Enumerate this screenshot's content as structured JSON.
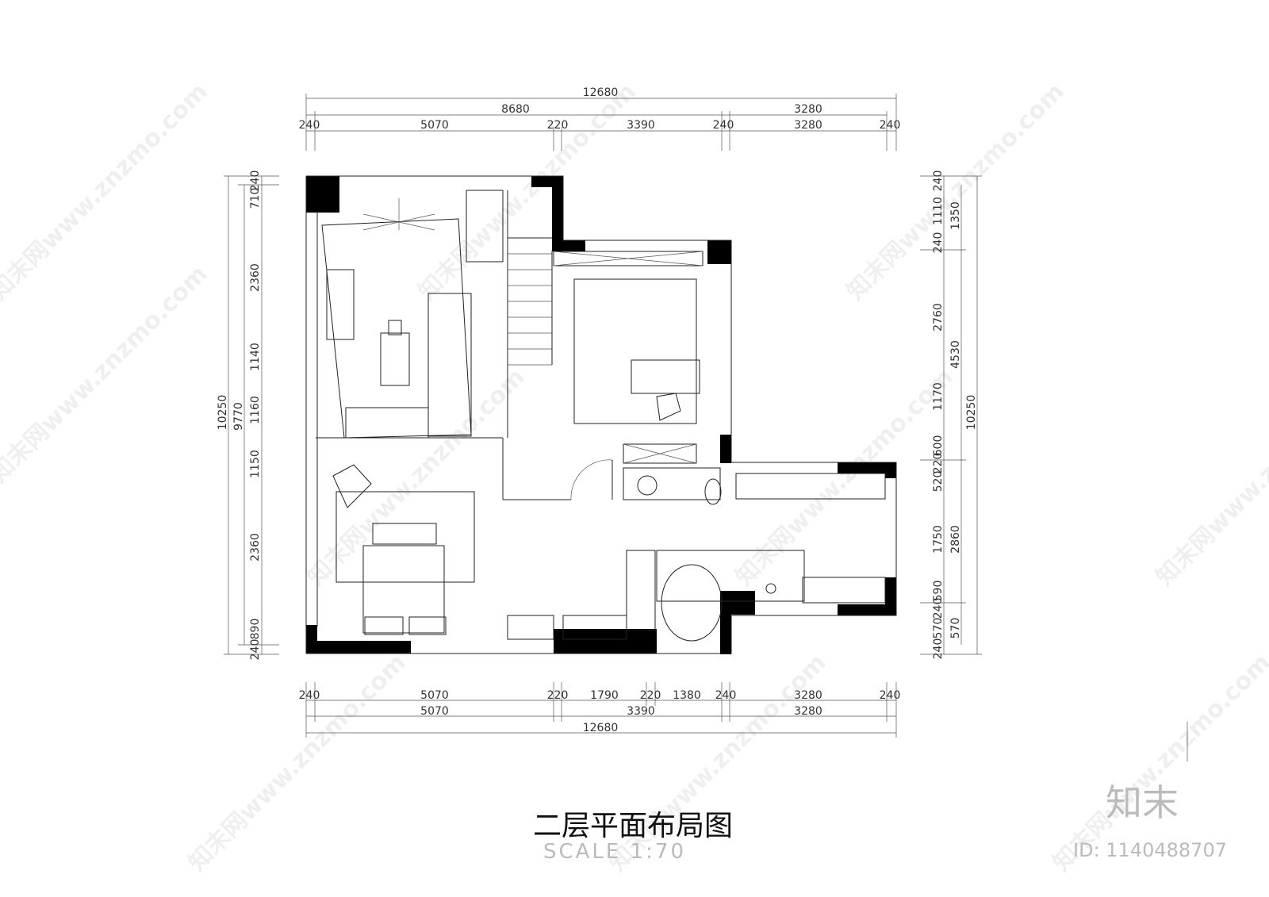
{
  "title": "二层平面布局图",
  "scale": "SCALE 1:70",
  "logo": "知末",
  "id_label": "ID: 1140488707",
  "watermark": "知末网www.znzmo.com",
  "dims": {
    "top_total": "12680",
    "top_mid": [
      "8680",
      "3280"
    ],
    "top_detail": [
      "240",
      "5070",
      "220",
      "3390",
      "240",
      "3280",
      "240"
    ],
    "bottom_detail": [
      "240",
      "5070",
      "220",
      "1790",
      "220",
      "1380",
      "240",
      "3280",
      "240"
    ],
    "bottom_mid": [
      "5070",
      "3390",
      "3280"
    ],
    "bottom_total": "12680",
    "left_detail": [
      "240",
      "710",
      "2360",
      "1140",
      "1160",
      "1150",
      "2360",
      "890",
      "240"
    ],
    "left_mid": "9770",
    "left_total": "10250",
    "right_detail": [
      "240",
      "1110",
      "240",
      "2760",
      "1170",
      "600",
      "220",
      "520",
      "1750",
      "590",
      "240",
      "570",
      "240"
    ],
    "right_mid": [
      "1350",
      "4530",
      "2860",
      "570"
    ],
    "right_total": "10250"
  }
}
